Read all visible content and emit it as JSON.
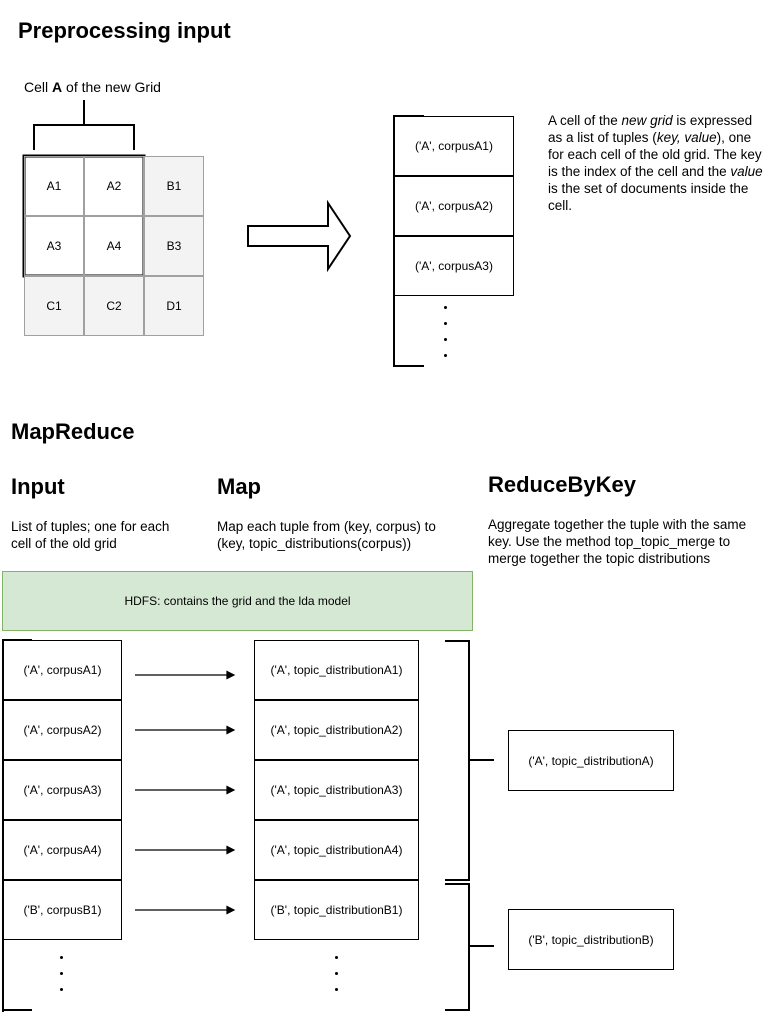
{
  "preprocessing": {
    "title": "Preprocessing input",
    "cell_label_prefix": "Cell ",
    "cell_label_bold": "A",
    "cell_label_suffix": " of the new Grid",
    "grid": [
      [
        "A1",
        "A2",
        "B1"
      ],
      [
        "A3",
        "A4",
        "B3"
      ],
      [
        "C1",
        "C2",
        "D1"
      ]
    ],
    "tuples": [
      "('A', corpusA1)",
      "('A', corpusA2)",
      "('A', corpusA3)"
    ],
    "description": {
      "t1": "A cell of the ",
      "t2": "new grid",
      "t3": " is expressed as a list of tuples (",
      "t4": "key, value",
      "t5": "), one for each cell of the old grid. The key is the index of the cell and the ",
      "t6": "value",
      "t7": " is the set of documents inside the cell."
    }
  },
  "mapreduce": {
    "title": "MapReduce",
    "input": {
      "title": "Input",
      "desc": "List of tuples; one for each cell of the old grid"
    },
    "map": {
      "title": "Map",
      "desc": "Map each tuple from (key, corpus) to (key, topic_distributions(corpus))"
    },
    "reduce": {
      "title": "ReduceByKey",
      "desc": "Aggregate together the tuple with the same key. Use the method top_topic_merge to merge together the topic distributions"
    },
    "hdfs": "HDFS: contains the grid and the lda model",
    "inputs": [
      "('A', corpusA1)",
      "('A', corpusA2)",
      "('A', corpusA3)",
      "('A', corpusA4)",
      "('B', corpusB1)"
    ],
    "outputs": [
      "('A', topic_distributionA1)",
      "('A', topic_distributionA2)",
      "('A', topic_distributionA3)",
      "('A', topic_distributionA4)",
      "('B', topic_distributionB1)"
    ],
    "reduced": [
      "('A', topic_distributionA)",
      "('B', topic_distributionB)"
    ]
  },
  "colors": {
    "hdfs_fill": "#d5e8d4",
    "hdfs_border": "#82b366",
    "cell_fill": "#f3f3f3"
  }
}
